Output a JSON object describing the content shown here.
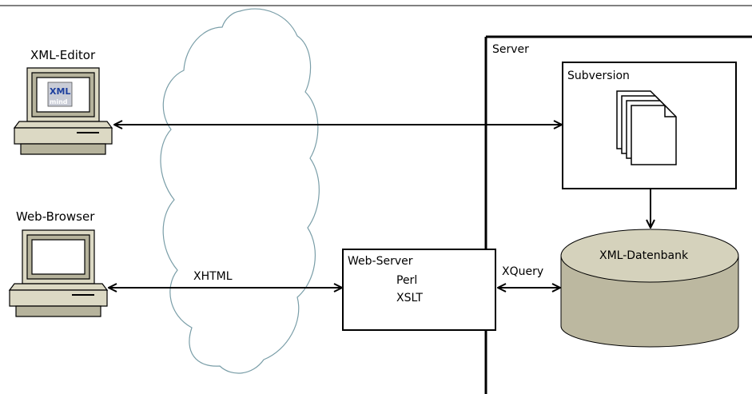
{
  "labels": {
    "xml_editor": "XML-Editor",
    "web_browser": "Web-Browser",
    "server": "Server",
    "subversion": "Subversion",
    "xml_datenbank": "XML-Datenbank",
    "web_server": "Web-Server",
    "perl": "Perl",
    "xslt": "XSLT",
    "xhtml": "XHTML",
    "xquery": "XQuery",
    "xml_logo_top": "XML",
    "xml_logo_bottom": "mind"
  },
  "colors": {
    "computer_body": "#dcd9c4",
    "computer_shade": "#b6b39c",
    "screen": "#ffffff",
    "cloud_stroke": "#7a9ea8",
    "database_fill": "#bcb8a0",
    "database_top": "#d5d2bc",
    "logo_blue": "#1d3f9e"
  },
  "icons": [
    "computer-icon",
    "cloud-icon",
    "documents-icon",
    "database-icon",
    "xml-logo-icon"
  ]
}
